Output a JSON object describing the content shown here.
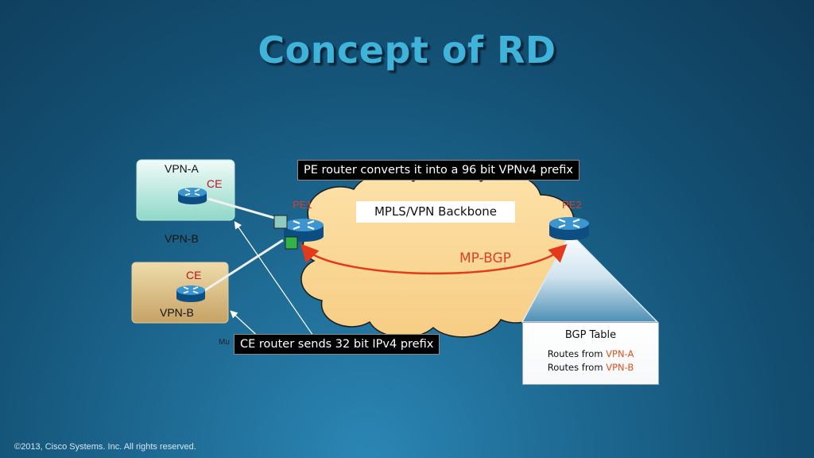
{
  "title": "Concept of RD",
  "vpn_a": {
    "label": "VPN-A",
    "ce_label": "CE"
  },
  "vpn_b_outer_label": "VPN-B",
  "vpn_b": {
    "label": "VPN-B",
    "ce_label": "CE"
  },
  "pe1_label": "PE1",
  "pe2_label": "PE2",
  "backbone_label": "MPLS/VPN Backbone",
  "mp_bgp_label": "MP-BGP",
  "callout_pe": "PE router converts it into a 96 bit VPNv4 prefix",
  "callout_ce": "CE router sends 32 bit IPv4 prefix",
  "obscured_text": "Mu",
  "bgp_table": {
    "title": "BGP Table",
    "rows": [
      {
        "prefix": "Routes from ",
        "vpn": "VPN-A"
      },
      {
        "prefix": "Routes from ",
        "vpn": "VPN-B"
      }
    ]
  },
  "footer": "©2013, Cisco Systems. Inc. All rights reserved.",
  "colors": {
    "title": "#3fb3d9",
    "accent_red": "#d9412a",
    "cloud": "#fbd79a",
    "router": "#1f77b8"
  }
}
